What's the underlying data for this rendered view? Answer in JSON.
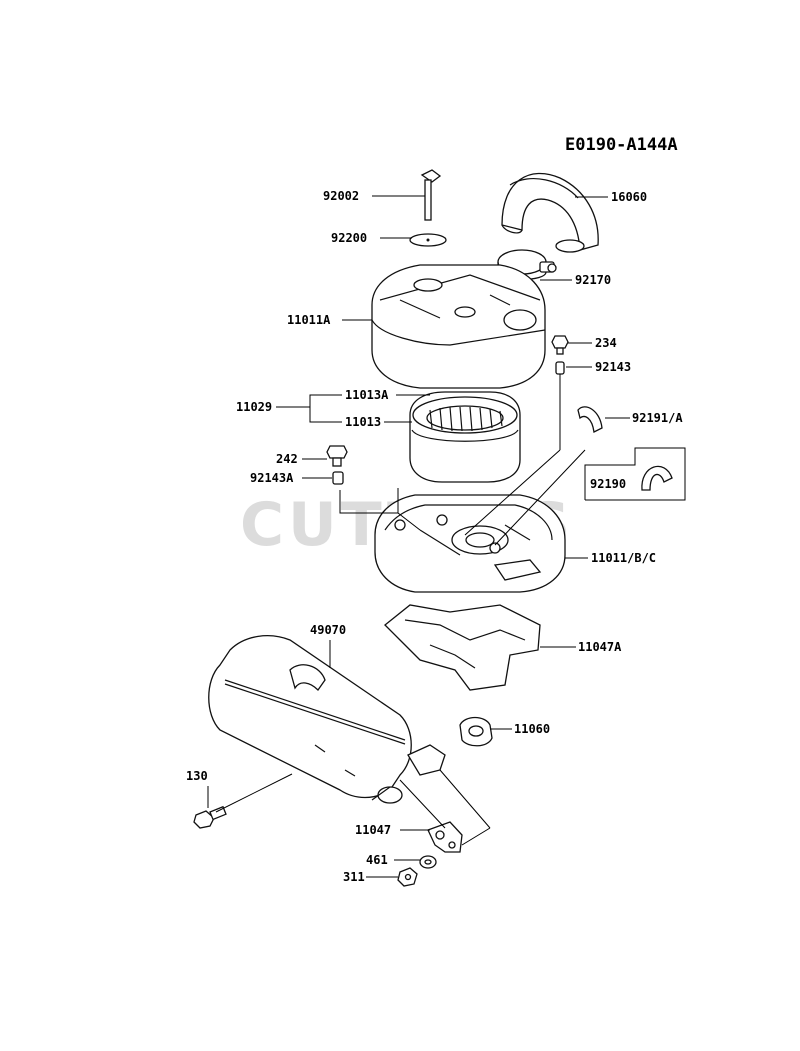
{
  "diagram": {
    "code": "E0190-A144A",
    "watermark": "CUTTERS",
    "callouts": {
      "p16060": "16060",
      "p92002": "92002",
      "p92200": "92200",
      "p92170": "92170",
      "p11011A": "11011A",
      "p234": "234",
      "p92143": "92143",
      "p11029": "11029",
      "p11013A": "11013A",
      "p11013": "11013",
      "p92191A": "92191/A",
      "p242": "242",
      "p92143A": "92143A",
      "p92190": "92190",
      "p11011BC": "11011/B/C",
      "p49070": "49070",
      "p11047A": "11047A",
      "p11060": "11060",
      "p130": "130",
      "p11047": "11047",
      "p461": "461",
      "p311": "311"
    }
  }
}
